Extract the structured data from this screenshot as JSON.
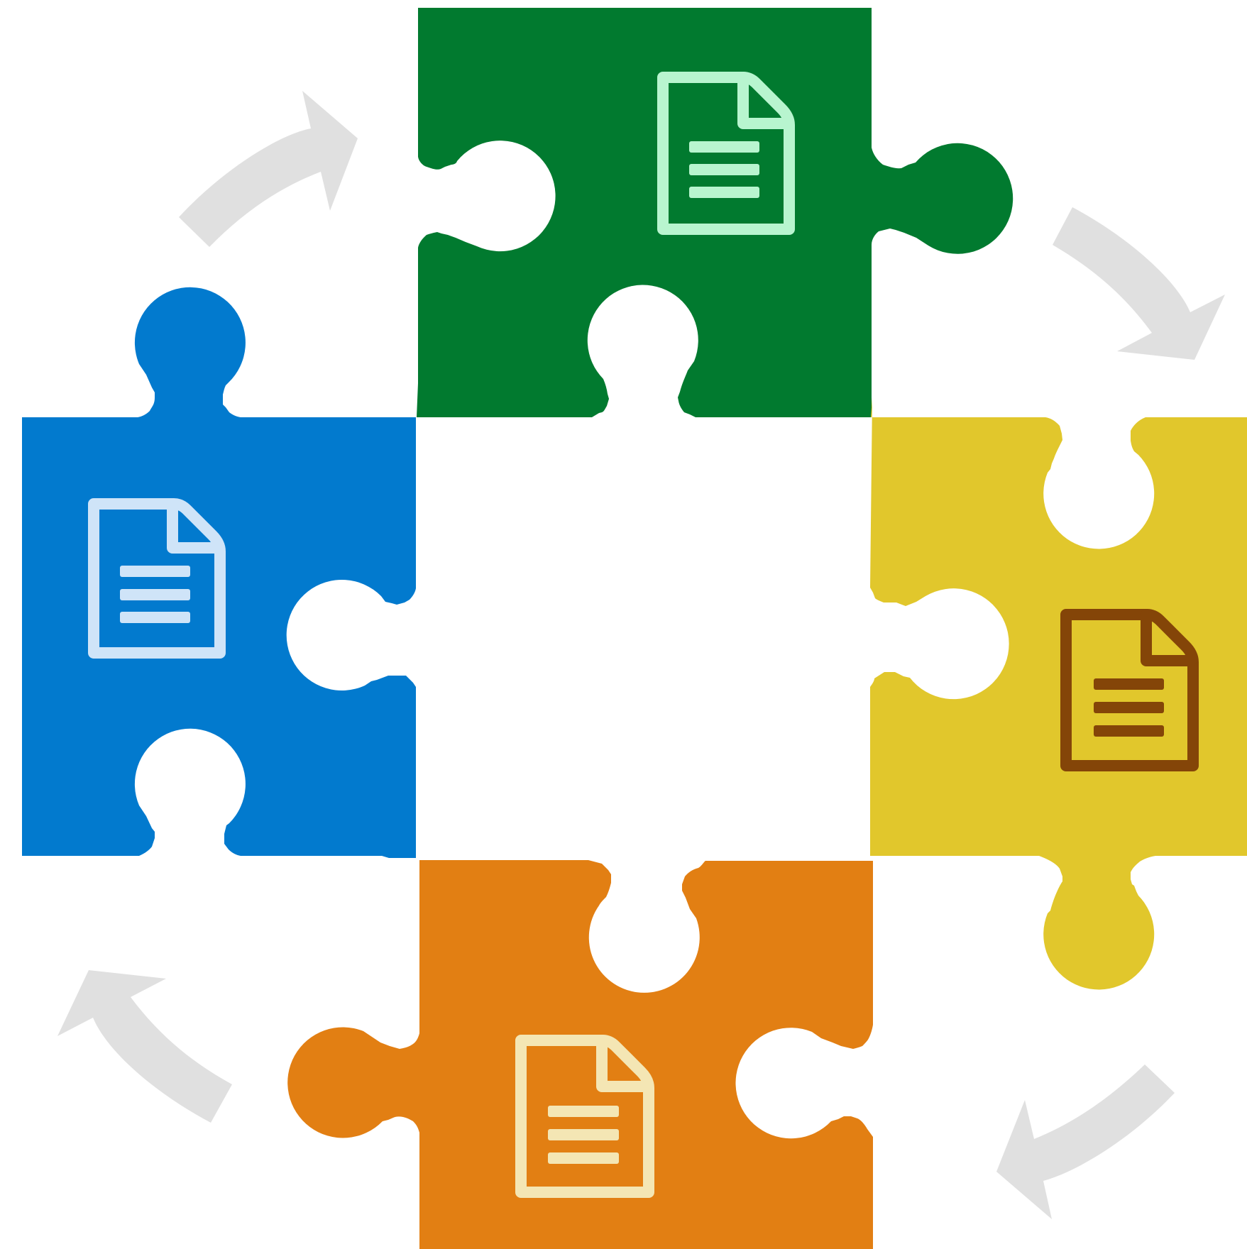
{
  "diagram": {
    "background": "#ffffff",
    "arrow_color": "#e0e0e0",
    "pieces": [
      {
        "id": "top",
        "fill": "#017a2f",
        "icon": "document-icon",
        "icon_color": "#b8f5cf"
      },
      {
        "id": "left",
        "fill": "#027ace",
        "icon": "document-icon",
        "icon_color": "#cfe4f8"
      },
      {
        "id": "right",
        "fill": "#e1c72c",
        "icon": "document-icon",
        "icon_color": "#844508"
      },
      {
        "id": "bottom",
        "fill": "#e27f13",
        "icon": "document-icon",
        "icon_color": "#f4e6b4"
      }
    ],
    "arrows": [
      {
        "id": "top-left",
        "direction": "clockwise"
      },
      {
        "id": "top-right",
        "direction": "clockwise"
      },
      {
        "id": "bottom-right",
        "direction": "clockwise"
      },
      {
        "id": "bottom-left",
        "direction": "clockwise"
      }
    ]
  }
}
